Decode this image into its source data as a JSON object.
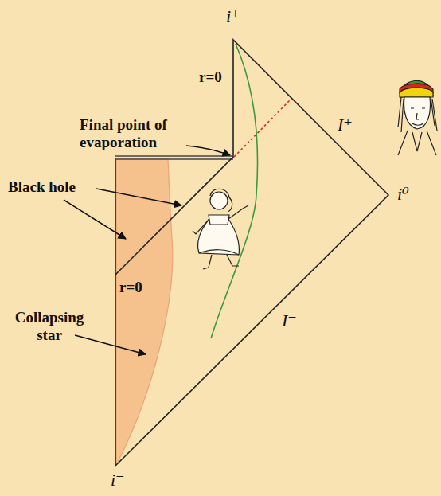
{
  "diagram": {
    "labels": [
      "i⁺",
      "r=0",
      "Final point of evaporation",
      "I⁺",
      "Black hole",
      "i⁰",
      "r=0",
      "Collapsing star",
      "I⁻",
      "i⁻"
    ]
  }
}
